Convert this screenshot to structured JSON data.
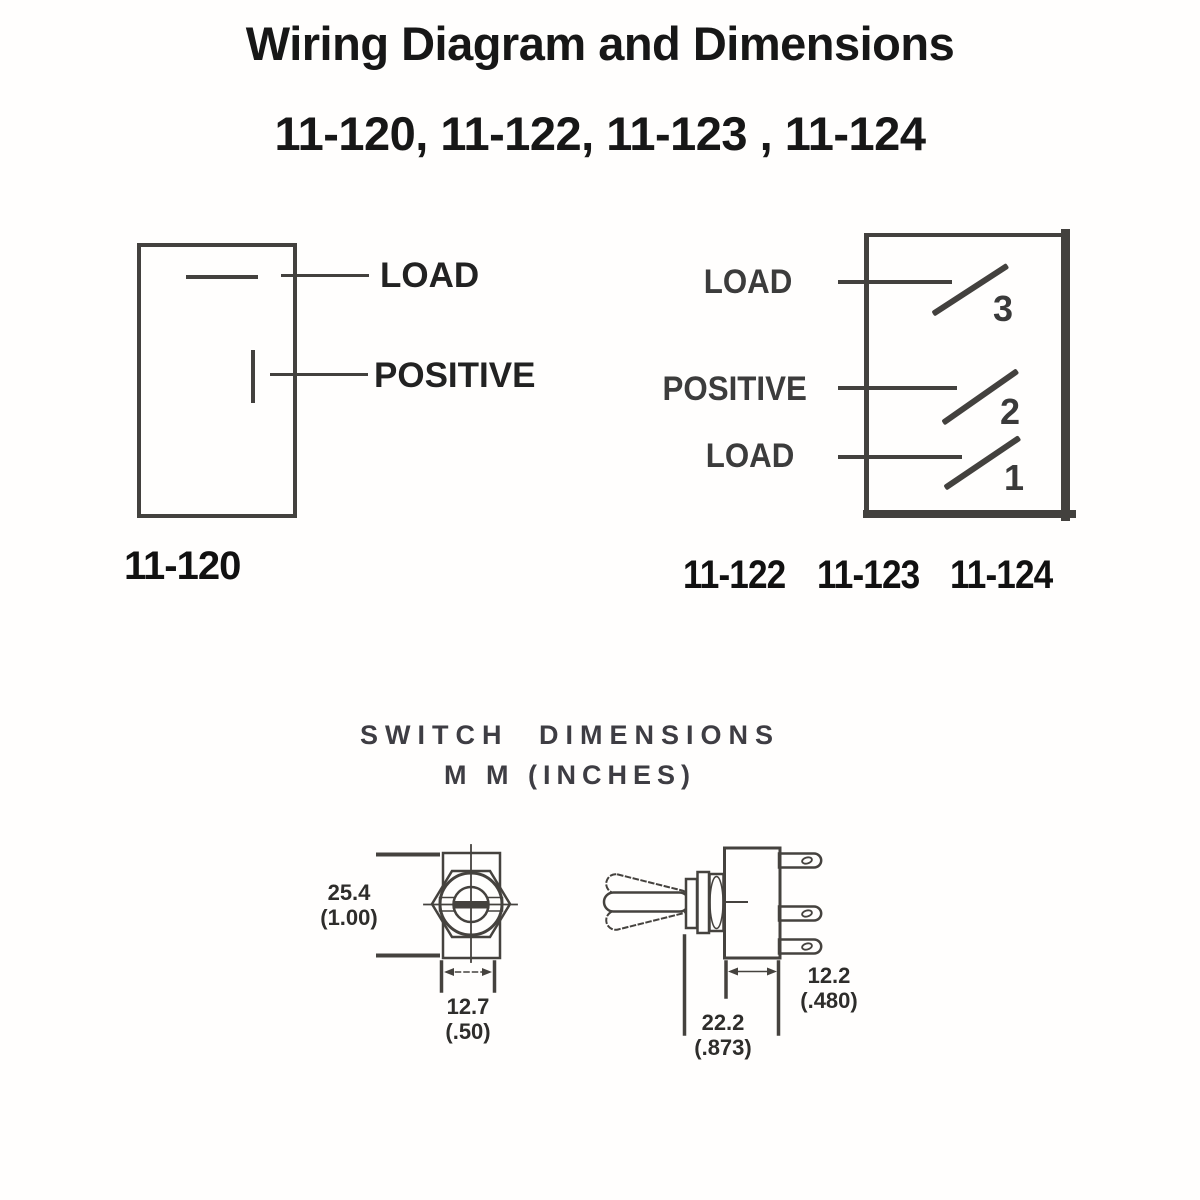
{
  "header": {
    "title": "Wiring Diagram and Dimensions",
    "subtitle": "11-120, 11-122, 11-123 , 11-124"
  },
  "wiring_left": {
    "terminals": [
      {
        "label": "LOAD"
      },
      {
        "label": "POSITIVE"
      }
    ],
    "caption": "11-120"
  },
  "wiring_right": {
    "terminals": [
      {
        "label": "LOAD",
        "number": "3"
      },
      {
        "label": "POSITIVE",
        "number": "2"
      },
      {
        "label": "LOAD",
        "number": "1"
      }
    ],
    "captions": [
      "11-122",
      "11-123",
      "11-124"
    ]
  },
  "dimensions_section": {
    "heading_line1": "SWITCH DIMENSIONS",
    "heading_line2": "M M  (INCHES)",
    "front_view": {
      "height_mm": "25.4",
      "height_in": "(1.00)",
      "width_mm": "12.7",
      "width_in": "(.50)"
    },
    "side_view": {
      "depth_mm": "22.2",
      "depth_in": "(.873)",
      "body_mm": "12.2",
      "body_in": "(.480)"
    }
  },
  "colors": {
    "ink": "#1b1b1b",
    "drawing_line": "#43413e",
    "background": "#ffffff"
  }
}
